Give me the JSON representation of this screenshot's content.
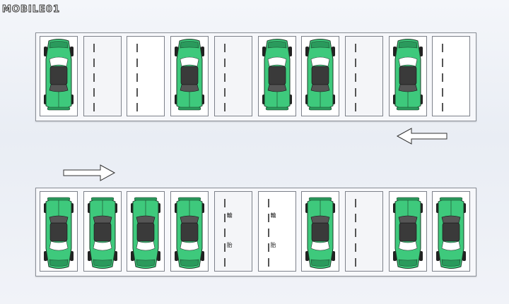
{
  "logo": {
    "text": "MOBILE01"
  },
  "colors": {
    "car_body": "#3ec97c",
    "car_dark": "#2a9a5c",
    "roof": "#3a3a3a",
    "frame": "#7d818a"
  },
  "top_row": {
    "slots": [
      "car",
      "empty",
      "empty",
      "car",
      "empty",
      "car",
      "car",
      "empty",
      "car",
      "empty"
    ],
    "car_facing": "up"
  },
  "bottom_row": {
    "slots": [
      "car",
      "car",
      "car",
      "car",
      "empty",
      "empty",
      "car",
      "empty",
      "car",
      "car"
    ],
    "car_facing": "down"
  },
  "arrows": [
    {
      "row": "top",
      "direction": "left"
    },
    {
      "row": "bottom",
      "direction": "right"
    }
  ],
  "wheel_marks": {
    "label_a": "輪",
    "label_b": "胎"
  }
}
